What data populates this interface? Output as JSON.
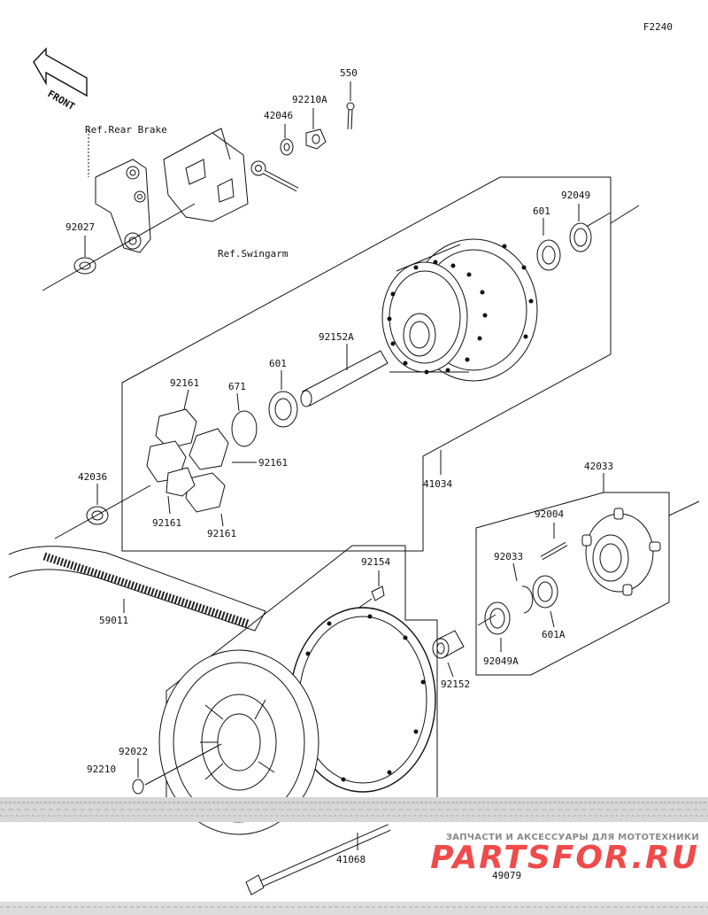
{
  "figure_code": "F2240",
  "front_label": "FRONT",
  "ref_labels": {
    "rear_brake": "Ref.Rear Brake",
    "swingarm": "Ref.Swingarm"
  },
  "parts": {
    "p550": "550",
    "p92210A": "92210A",
    "p42046": "42046",
    "p92027": "92027",
    "p92049": "92049",
    "p601_top": "601",
    "p92152A": "92152A",
    "p601_mid": "601",
    "p671": "671",
    "p92161_a": "92161",
    "p92161_b": "92161",
    "p92161_c": "92161",
    "p92161_d": "92161",
    "p42036": "42036",
    "p41034": "41034",
    "p42033": "42033",
    "p92004": "92004",
    "p92033": "92033",
    "p601A": "601A",
    "p92049A": "92049A",
    "p92154": "92154",
    "p59011": "59011",
    "p92152": "92152",
    "p92022": "92022",
    "p92210": "92210",
    "p41068": "41068",
    "p49079": "49079"
  },
  "watermark": {
    "tagline": "ЗАПЧАСТИ И АКСЕССУАРЫ ДЛЯ МОТОТЕХНИКИ",
    "brand": "PARTSFOR.RU"
  }
}
